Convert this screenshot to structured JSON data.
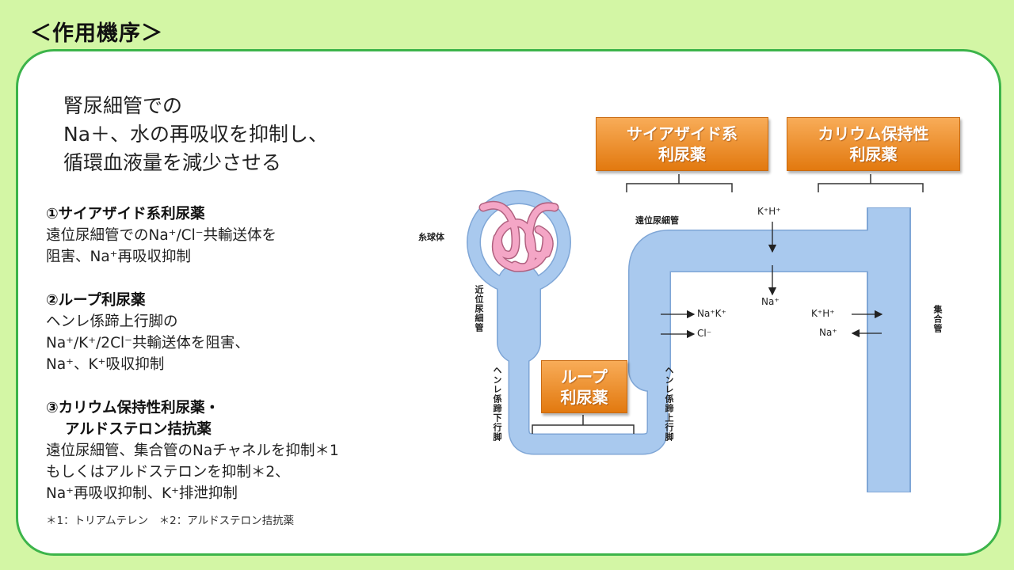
{
  "title": "＜作用機序＞",
  "lead": [
    "腎尿細管での",
    "Na＋、水の再吸収を抑制し、",
    "循環血液量を減少させる"
  ],
  "sections": [
    {
      "heading": "①サイアザイド系利尿薬",
      "body": [
        "遠位尿細管でのNa⁺/Cl⁻共輸送体を",
        "阻害、Na⁺再吸収抑制"
      ]
    },
    {
      "heading": "②ループ利尿薬",
      "body": [
        "ヘンレ係蹄上行脚の",
        "Na⁺/K⁺/2Cl⁻共輸送体を阻害、",
        "Na⁺、K⁺吸収抑制"
      ]
    },
    {
      "heading": "③カリウム保持性利尿薬・",
      "heading2": "アルドステロン拮抗薬",
      "body": [
        "遠位尿細管、集合管のNaチャネルを抑制＊1",
        "もしくはアルドステロンを抑制＊2、",
        "Na⁺再吸収抑制、K⁺排泄抑制"
      ]
    }
  ],
  "footnote": "＊1：トリアムテレン　＊2：アルドステロン拮抗薬",
  "diagram": {
    "boxes": {
      "thiazide": [
        "サイアザイド系",
        "利尿薬"
      ],
      "potassium": [
        "カリウム保持性",
        "利尿薬"
      ],
      "loop": [
        "ループ",
        "利尿薬"
      ]
    },
    "labels": {
      "glomerulus": "糸球体",
      "proximal": "近位尿細管",
      "descending": "ヘンレ係蹄下行脚",
      "ascending": "ヘンレ係蹄上行脚",
      "distal": "遠位尿細管",
      "collecting": "集合管"
    },
    "ions": {
      "distal_top": "K⁺H⁺",
      "distal_bottom": "Na⁺",
      "loop_nak": "Na⁺K⁺",
      "loop_cl": "Cl⁻",
      "cd_kh": "K⁺H⁺",
      "cd_na": "Na⁺"
    },
    "colors": {
      "tube": "#a9c9ee",
      "tube_edge": "#7fa6d6",
      "glomerulus": "#f4a6c6",
      "box": "#ef8a22",
      "border": "#3cb44a"
    }
  }
}
